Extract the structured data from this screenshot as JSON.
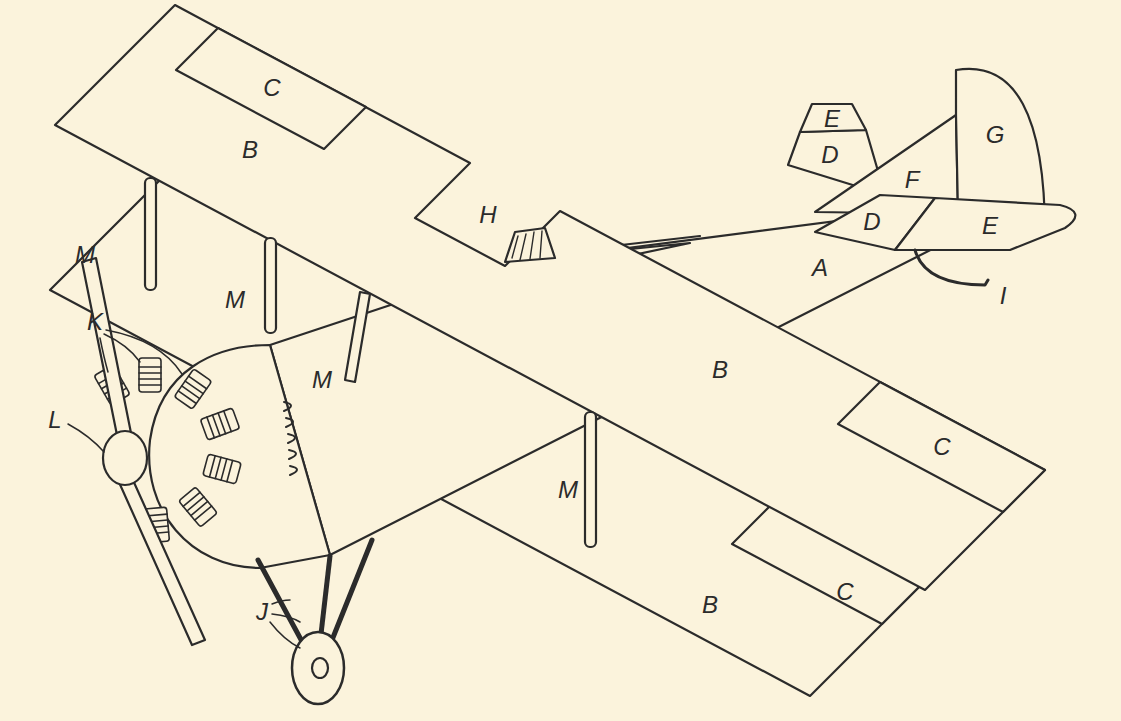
{
  "diagram": {
    "labels": [
      "C",
      "E",
      "G",
      "B",
      "D",
      "F",
      "H",
      "D",
      "E",
      "M",
      "A",
      "I",
      "M",
      "K",
      "B",
      "M",
      "L",
      "C",
      "M",
      "C",
      "B",
      "J"
    ]
  }
}
